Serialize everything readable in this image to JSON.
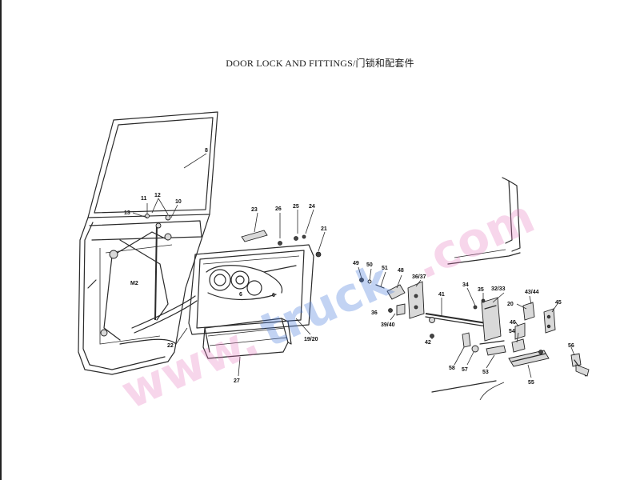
{
  "title": "DOOR LOCK AND FITTINGS/门锁和配套件",
  "watermark": {
    "text_a": "www.",
    "text_b": "truck",
    "text_c": ".com"
  },
  "callouts": {
    "c8": "8",
    "c11": "11",
    "c12": "12",
    "c10": "10",
    "c13": "13",
    "c23": "23",
    "c26a": "26",
    "c25": "25",
    "c24": "24",
    "c21": "21",
    "c6a": "6",
    "c6b": "6",
    "c22": "22",
    "c1920": "19/20",
    "c27": "27",
    "c49": "49",
    "c50": "50",
    "c51": "51",
    "c48": "48",
    "c3637": "36/37",
    "c34": "34",
    "c35": "35",
    "c3233": "32/33",
    "c4344": "43/44",
    "c45": "45",
    "c36": "36",
    "c3940": "39/40",
    "c41": "41",
    "c20": "20",
    "c46": "46",
    "c42": "42",
    "c54": "54",
    "c58": "58",
    "c57": "57",
    "c53": "53",
    "c55": "55",
    "c56": "56",
    "cM2": "M2"
  }
}
